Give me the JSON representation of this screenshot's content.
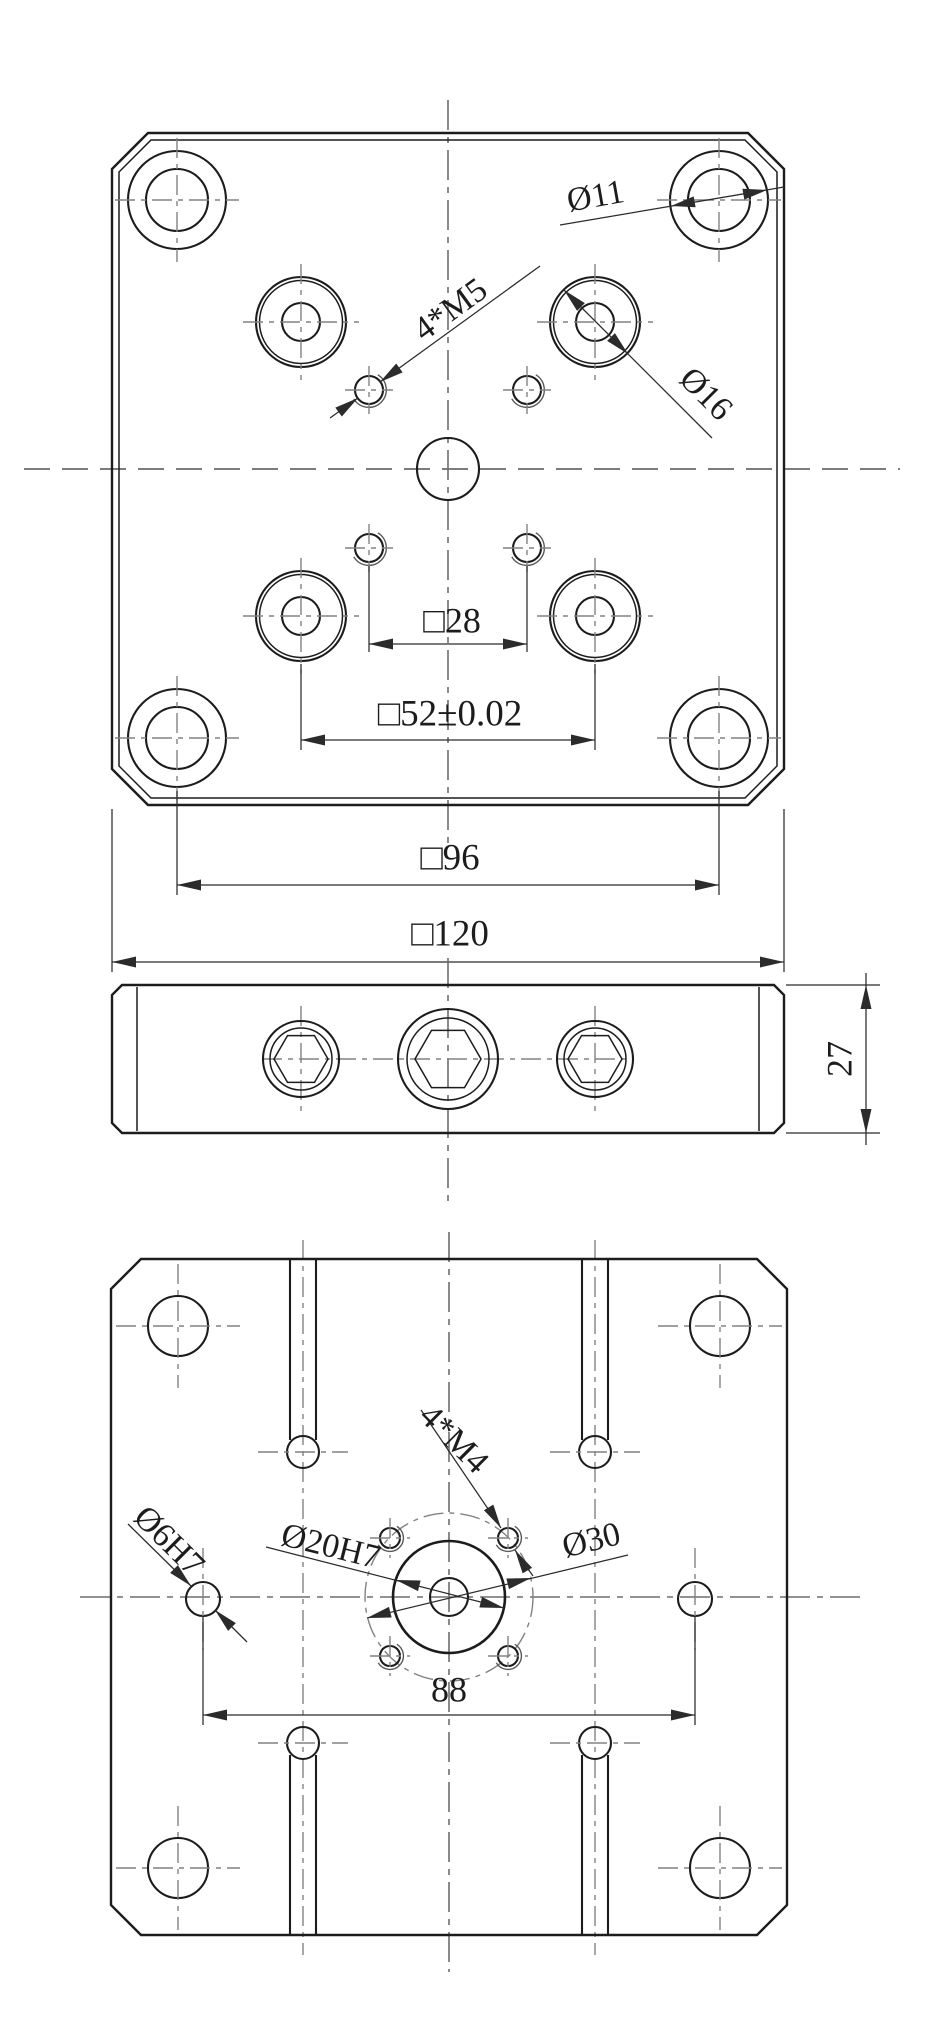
{
  "drawing": {
    "colors": {
      "ink": "#1c1c1c",
      "dimension": "#2b2b2b",
      "centerline": "#828282",
      "background": "#ffffff"
    },
    "views": {
      "top": {
        "labels": {
          "corner_hole_dia": "Ø11",
          "stepped_hole_dia": "Ø16",
          "tapped_holes": "4*M5",
          "square_28": "□28",
          "square_52": "□52±0.02",
          "square_96": "□96",
          "square_120": "□120"
        }
      },
      "side": {
        "labels": {
          "thickness": "27"
        }
      },
      "bottom": {
        "labels": {
          "tapped_holes": "4*M4",
          "center_bore": "Ø20H7",
          "bolt_circle_dia": "Ø30",
          "dowel_hole": "Ø6H7",
          "hole_span": "88"
        }
      }
    }
  }
}
